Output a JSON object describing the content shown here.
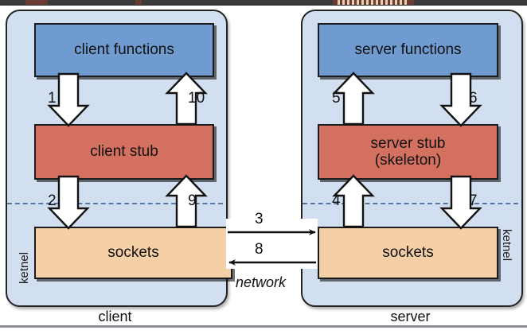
{
  "diagram": {
    "title": "Remote Procedure Call flow between client and server",
    "colors": {
      "panel_bg": "#d2dff0",
      "functions_box": "#6f9bd1",
      "stub_box": "#d4705f",
      "sockets_box": "#f5cfa6",
      "divider": "#5577a5",
      "outline": "#1b1b1b",
      "page_bg": "#ffffff"
    },
    "panels": [
      {
        "id": "client",
        "caption": "client",
        "kernel_label": "ketnel",
        "boxes": [
          {
            "id": "client-functions",
            "label": "client functions",
            "type": "functions"
          },
          {
            "id": "client-stub",
            "label": "client stub",
            "type": "stub"
          },
          {
            "id": "client-sockets",
            "label": "sockets",
            "type": "sockets"
          }
        ]
      },
      {
        "id": "server",
        "caption": "server",
        "kernel_label": "ketnel",
        "boxes": [
          {
            "id": "server-functions",
            "label": "server functions",
            "type": "functions"
          },
          {
            "id": "server-stub",
            "label": "server stub\n(skeleton)",
            "line1": "server stub",
            "line2": "(skeleton)",
            "type": "stub"
          },
          {
            "id": "server-sockets",
            "label": "sockets",
            "type": "sockets"
          }
        ]
      }
    ],
    "network": {
      "label": "network"
    },
    "steps": [
      {
        "n": "1",
        "from": "client-functions",
        "to": "client-stub",
        "direction": "down"
      },
      {
        "n": "2",
        "from": "client-stub",
        "to": "client-sockets",
        "direction": "down"
      },
      {
        "n": "3",
        "from": "client-sockets",
        "to": "server-sockets",
        "direction": "right"
      },
      {
        "n": "4",
        "from": "server-sockets",
        "to": "server-stub",
        "direction": "up"
      },
      {
        "n": "5",
        "from": "server-stub",
        "to": "server-functions",
        "direction": "up"
      },
      {
        "n": "6",
        "from": "server-functions",
        "to": "server-stub",
        "direction": "down"
      },
      {
        "n": "7",
        "from": "server-stub",
        "to": "server-sockets",
        "direction": "down"
      },
      {
        "n": "8",
        "from": "server-sockets",
        "to": "client-sockets",
        "direction": "left"
      },
      {
        "n": "9",
        "from": "client-sockets",
        "to": "client-stub",
        "direction": "up"
      },
      {
        "n": "10",
        "from": "client-stub",
        "to": "client-functions",
        "direction": "up"
      }
    ]
  }
}
